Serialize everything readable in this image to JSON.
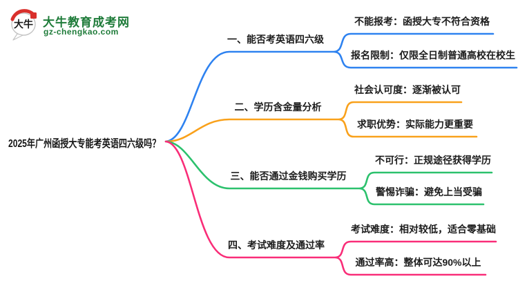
{
  "logo": {
    "icon_text": "大牛",
    "site_name": "大牛教育成考网",
    "site_url": "gz-chengkao.com",
    "brand_green": "#1e7b39",
    "accent_red": "#d9302c"
  },
  "mindmap": {
    "root": {
      "label": "2025年广州函授大专能考英语四六级吗？"
    },
    "branches": [
      {
        "label": "一、能否考英语四六级",
        "color": "#2e82f0",
        "children": [
          {
            "text": "不能报考：函授大专不符合资格"
          },
          {
            "text": "报名限制：仅限全日制普通高校在校生"
          }
        ]
      },
      {
        "label": "二、学历含金量分析",
        "color": "#f9a11b",
        "children": [
          {
            "text": "社会认可度：逐渐被认可"
          },
          {
            "text": "求职优势：实际能力更重要"
          }
        ]
      },
      {
        "label": "三、能否通过金钱购买学历",
        "color": "#2cc16d",
        "children": [
          {
            "text": "不可行：正规途径获得学历"
          },
          {
            "text": "警惕诈骗：避免上当受骗"
          }
        ]
      },
      {
        "label": "四、考试难度及通过率",
        "color": "#f92d78",
        "children": [
          {
            "text": "考试难度：相对较低，适合零基础"
          },
          {
            "text": "通过率高：整体可达90%以上"
          }
        ]
      }
    ]
  }
}
